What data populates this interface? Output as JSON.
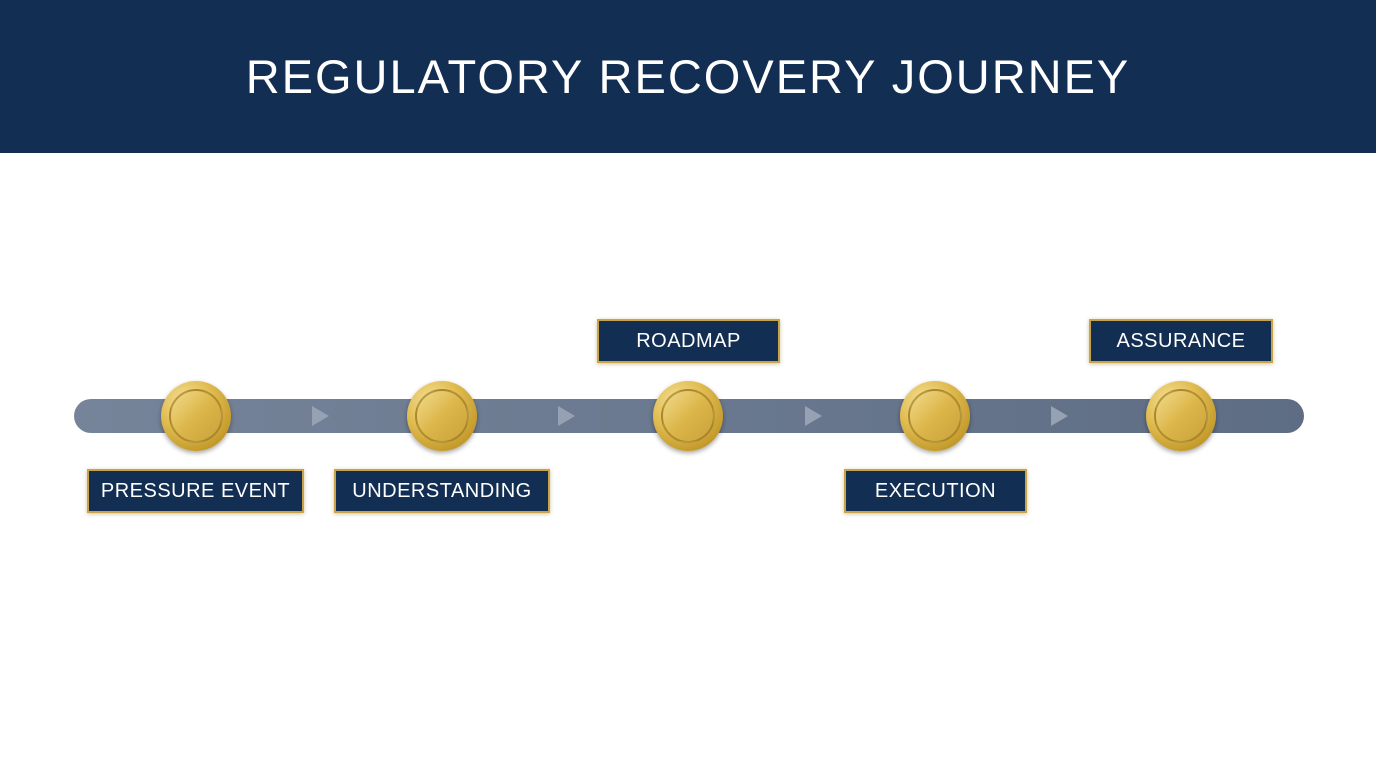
{
  "title": "REGULATORY RECOVERY JOURNEY",
  "colors": {
    "header_bg": "#132e53",
    "track": "#6a798f",
    "gold": "#d8b24a",
    "label_bg": "#132e53",
    "label_border": "#c9a34a"
  },
  "stages": [
    {
      "label": "PRESSURE EVENT",
      "position": "below"
    },
    {
      "label": "UNDERSTANDING",
      "position": "below"
    },
    {
      "label": "ROADMAP",
      "position": "above"
    },
    {
      "label": "EXECUTION",
      "position": "below"
    },
    {
      "label": "ASSURANCE",
      "position": "above"
    }
  ]
}
